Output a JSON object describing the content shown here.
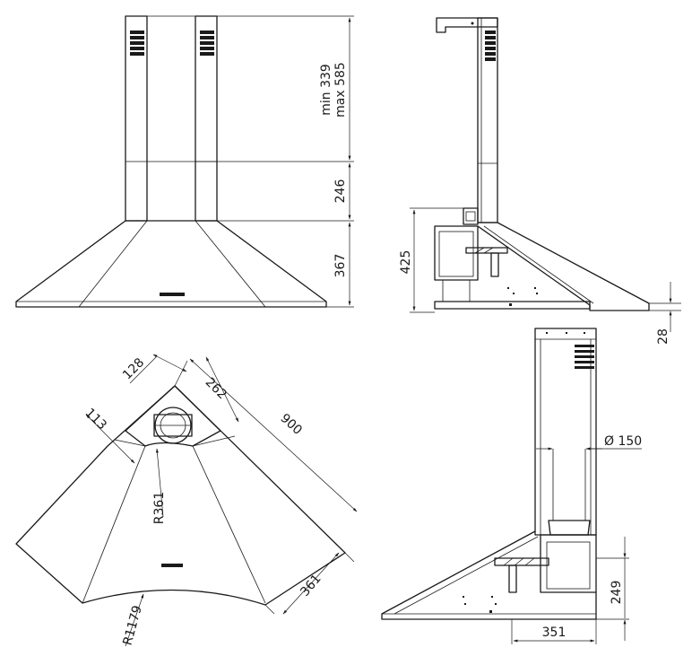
{
  "dimensions": {
    "front_height_range": "min 339\nmax 585",
    "front_height_min": "min 339",
    "front_height_max": "max 585",
    "front_mid": "246",
    "front_canopy": "367",
    "side_height": "425",
    "side_lip": "28",
    "top_128": "128",
    "top_262": "262",
    "top_113": "113",
    "top_900": "900",
    "top_r361": "R361",
    "top_361": "361",
    "top_r1179": "R1179",
    "right_diam": "Ø 150",
    "right_249": "249",
    "right_351": "351"
  }
}
